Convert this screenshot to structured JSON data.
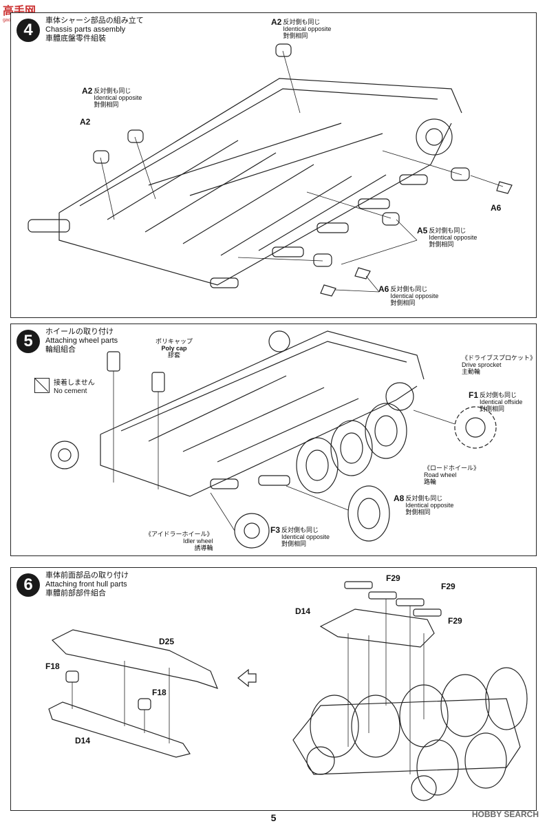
{
  "watermark_top": {
    "brand": "高手网",
    "url": "gao.shou.com"
  },
  "watermark_bottom": "HOBBY SEARCH",
  "page_number": "5",
  "step4": {
    "number": "4",
    "title_jp": "車体シャーシ部品の組み立て",
    "title_en": "Chassis parts assembly",
    "title_zh": "車體底盤零件組裝",
    "labels": {
      "a2_top": {
        "part": "A2",
        "jp": "反対側も同じ",
        "en": "Identical opposite",
        "zh": "對側相同"
      },
      "a2_mid": {
        "part": "A2",
        "jp": "反対側も同じ",
        "en": "Identical opposite",
        "zh": "對側相同"
      },
      "a2_plain": "A2",
      "a6_plain": "A6",
      "a5": {
        "part": "A5",
        "jp": "反対側も同じ",
        "en": "Identical opposite",
        "zh": "對側相同"
      },
      "a6": {
        "part": "A6",
        "jp": "反対側も同じ",
        "en": "Identical opposite",
        "zh": "對側相同"
      }
    }
  },
  "step5": {
    "number": "5",
    "title_jp": "ホイールの取り付け",
    "title_en": "Attaching wheel parts",
    "title_zh": "輪組組合",
    "polycap": {
      "jp": "ポリキャップ",
      "en": "Poly cap",
      "zh": "膠套"
    },
    "no_cement": {
      "jp": "接着しません",
      "en": "No cement"
    },
    "drive_sprocket": {
      "jp": "《ドライブスプロケット》",
      "en": "Drive sprocket",
      "zh": "主動輪"
    },
    "f1": {
      "part": "F1",
      "jp": "反対側も同じ",
      "en": "Identical offside",
      "zh": "對側相同"
    },
    "road_wheel": {
      "jp": "《ロードホイール》",
      "en": "Road wheel",
      "zh": "路輪"
    },
    "a8": {
      "part": "A8",
      "jp": "反対側も同じ",
      "en": "Identical opposite",
      "zh": "對側相同"
    },
    "idler": {
      "jp": "《アイドラーホイール》",
      "en": "Idler wheel",
      "zh": "誘導輪"
    },
    "f3": {
      "part": "F3",
      "jp": "反対側も同じ",
      "en": "Identical opposite",
      "zh": "對側相同"
    }
  },
  "step6": {
    "number": "6",
    "title_jp": "車体前面部品の取り付け",
    "title_en": "Attaching front hull parts",
    "title_zh": "車體前部部件組合",
    "labels": {
      "d25": "D25",
      "f18_left": "F18",
      "f18_right": "F18",
      "d14_left": "D14",
      "d14_right": "D14",
      "f29_a": "F29",
      "f29_b": "F29",
      "f29_c": "F29"
    }
  }
}
